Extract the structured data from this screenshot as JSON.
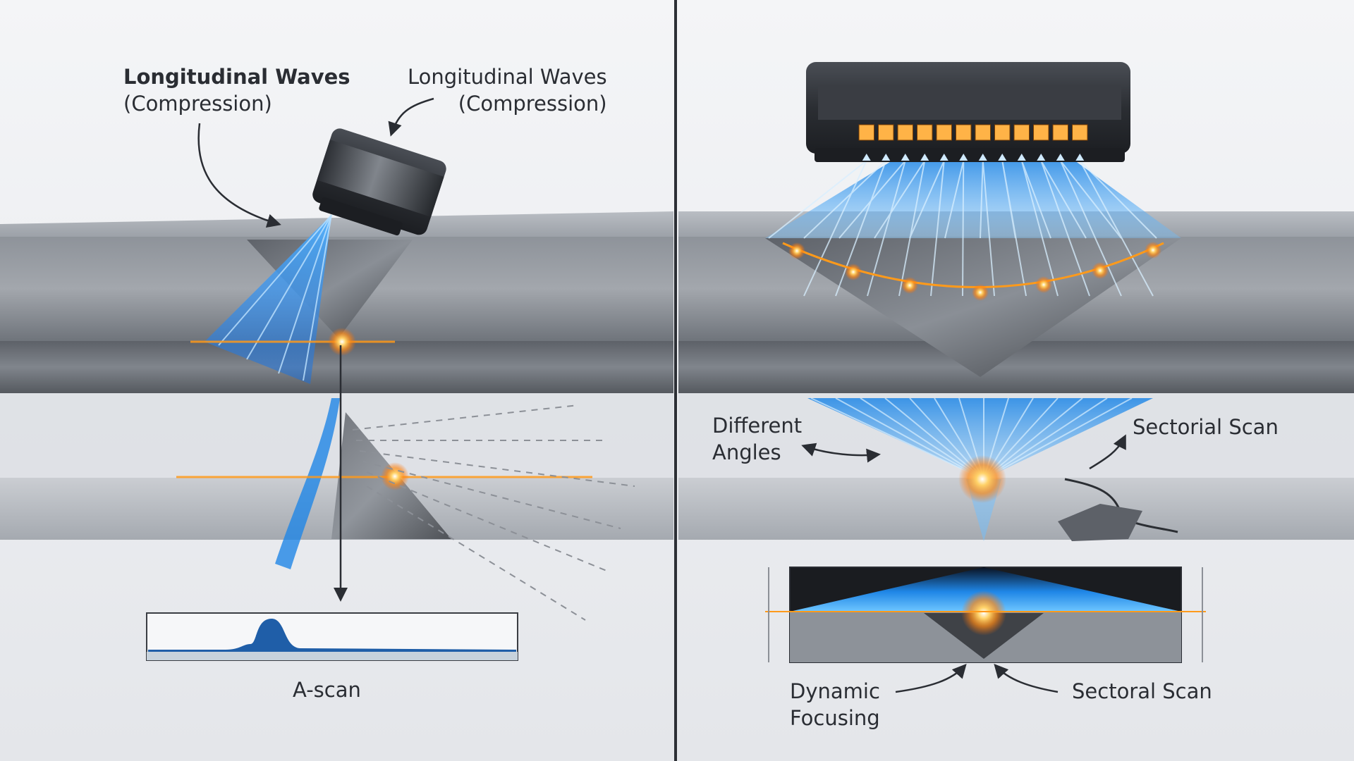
{
  "left_panel": {
    "callout_a": {
      "line1": "Longitudinal Waves",
      "line2": "(Compression)"
    },
    "callout_b": {
      "line1": "Longitudinal Waves",
      "line2": "(Compression)"
    },
    "ascan_label": "A-scan"
  },
  "right_panel": {
    "different_angles": {
      "line1": "Different",
      "line2": "Angles"
    },
    "sectorial_scan_top": "Sectorial Scan",
    "dynamic_focusing": {
      "line1": "Dynamic",
      "line2": "Focusing"
    },
    "sectoral_scan_bottom": "Sectoral Scan"
  },
  "colors": {
    "beam_blue": "#1f86e6",
    "focus_orange": "#ff9a1a",
    "steel": "#7c8189",
    "probe_dark": "#2b2e33",
    "divider": "#2c2f35"
  },
  "probe_elements": 12
}
